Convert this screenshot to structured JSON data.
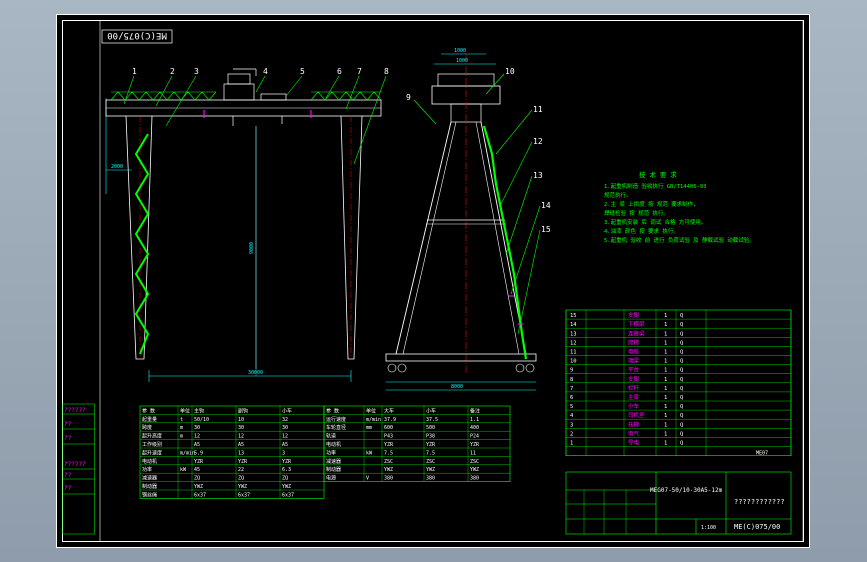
{
  "drawing": {
    "code_rotated": "ME(C)075/00",
    "code_titleblock": "ME(C)075/00",
    "model_title": "MEG07-50/10-30A5-12m",
    "leader_numbers": [
      "1",
      "2",
      "3",
      "4",
      "5",
      "6",
      "7",
      "8",
      "9",
      "10",
      "11",
      "12",
      "13",
      "14",
      "15"
    ],
    "dim_span": "30000",
    "dim_height": "9000",
    "dim_overhang": "2000",
    "dim_bottom_width": "8000",
    "dim_top_a": "1000",
    "dim_top_b": "1000"
  },
  "notes": {
    "heading": "技 术 要 求",
    "lines": [
      "1.起重机制造 验收执行 GB/T14406-93",
      "  规范执行。",
      "2.主 梁 上拱度 按 规范 要求制作，",
      "  焊缝检验 按 规范 执行。",
      "3.起重机安装 后 调试 合格 方可使用。",
      "4.油漆 颜色 按 要求 执行。",
      "5.起重机 验收 前 进行 负荷试验 及 静载试验 动载试验。"
    ]
  },
  "parts_list": {
    "rows": [
      {
        "no": "15",
        "name": "支腿",
        "qty": "1",
        "mat": "Q"
      },
      {
        "no": "14",
        "name": "下横梁",
        "qty": "1",
        "mat": "Q"
      },
      {
        "no": "13",
        "name": "连接梁",
        "qty": "1",
        "mat": "Q"
      },
      {
        "no": "12",
        "name": "爬梯",
        "qty": "1",
        "mat": "Q"
      },
      {
        "no": "11",
        "name": "电缆",
        "qty": "1",
        "mat": "Q"
      },
      {
        "no": "10",
        "name": "端梁",
        "qty": "1",
        "mat": "Q"
      },
      {
        "no": "9",
        "name": "平台",
        "qty": "1",
        "mat": "Q"
      },
      {
        "no": "8",
        "name": "支腿",
        "qty": "1",
        "mat": "Q"
      },
      {
        "no": "7",
        "name": "栏杆",
        "qty": "1",
        "mat": "Q"
      },
      {
        "no": "6",
        "name": "主梁",
        "qty": "1",
        "mat": "Q"
      },
      {
        "no": "5",
        "name": "小车",
        "qty": "1",
        "mat": "Q"
      },
      {
        "no": "4",
        "name": "司机室",
        "qty": "1",
        "mat": "Q"
      },
      {
        "no": "3",
        "name": "扶梯",
        "qty": "1",
        "mat": "Q"
      },
      {
        "no": "2",
        "name": "电气",
        "qty": "1",
        "mat": "Q"
      },
      {
        "no": "1",
        "name": "导电",
        "qty": "1",
        "mat": "Q"
      }
    ],
    "footer_code": "ME07"
  },
  "title_block": {
    "product_name": "????????????",
    "scale": "1:100"
  },
  "spec_table_left": {
    "headers": [
      "参 数",
      "单位",
      "主钩",
      "副钩",
      "小车"
    ],
    "rows": [
      [
        "起重量",
        "t",
        "50/10",
        "10",
        "32"
      ],
      [
        "跨度",
        "m",
        "30",
        "30",
        "30"
      ],
      [
        "起升高度",
        "m",
        "12",
        "12",
        "12"
      ],
      [
        "工作级别",
        "",
        "A5",
        "A5",
        "A5"
      ],
      [
        "起升速度",
        "m/min",
        "5.9",
        "13",
        "3"
      ],
      [
        "电动机",
        "",
        "YZR",
        "YZR",
        "YZR"
      ],
      [
        "功率",
        "kW",
        "45",
        "22",
        "6.3"
      ],
      [
        "减速器",
        "",
        "ZQ",
        "ZQ",
        "ZQ"
      ],
      [
        "制动器",
        "",
        "YWZ",
        "YWZ",
        "YWZ"
      ],
      [
        "钢丝绳",
        "",
        "6x37",
        "6x37",
        "6x37"
      ]
    ]
  },
  "spec_table_right": {
    "headers": [
      "参 数",
      "单位",
      "大车",
      "小车",
      "备注"
    ],
    "rows": [
      [
        "运行速度",
        "m/min",
        "37.9",
        "37.5",
        "1.1"
      ],
      [
        "车轮直径",
        "mm",
        "600",
        "500",
        "400"
      ],
      [
        "轨道",
        "",
        "P43",
        "P38",
        "P24"
      ],
      [
        "电动机",
        "",
        "YZR",
        "YZR",
        "YZR"
      ],
      [
        "功率",
        "kW",
        "7.5",
        "7.5",
        "11"
      ],
      [
        "减速器",
        "",
        "ZSC",
        "ZSC",
        "ZSC"
      ],
      [
        "制动器",
        "",
        "YWZ",
        "YWZ",
        "YWZ"
      ],
      [
        "电源",
        "V",
        "380",
        "380",
        "380"
      ]
    ]
  },
  "side_block": {
    "labels": [
      "??????",
      "??",
      "??",
      "??????",
      "??",
      "??"
    ]
  },
  "colors": {
    "frame": "#ffffff",
    "structure": "#ffffff",
    "ladder": "#00ff00",
    "leader": "#00ff00",
    "dimension": "#00ffff",
    "text": "#ffffff",
    "centerline": "#ff0000",
    "table_line": "#00ff00",
    "grid_cyan": "#00ffff",
    "notes": "#00ff00"
  }
}
